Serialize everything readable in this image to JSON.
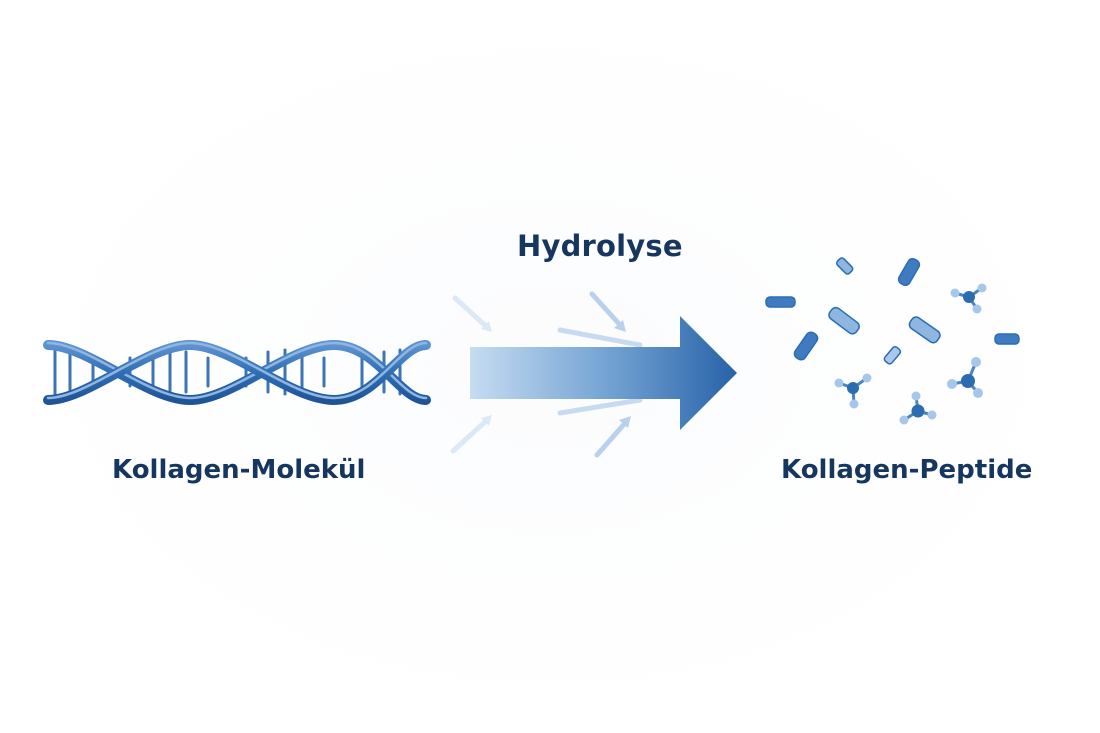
{
  "diagram": {
    "process_label": "Hydrolyse",
    "input_label": "Kollagen-Molekül",
    "output_label": "Kollagen-Peptide"
  },
  "icons": {
    "input": "collagen-helix-icon",
    "process": "hydrolysis-arrow-icon",
    "output": "peptide-fragments-icon"
  },
  "colors": {
    "primary": "#2c6db0",
    "dark": "#17365f",
    "light": "#c6daf0"
  }
}
